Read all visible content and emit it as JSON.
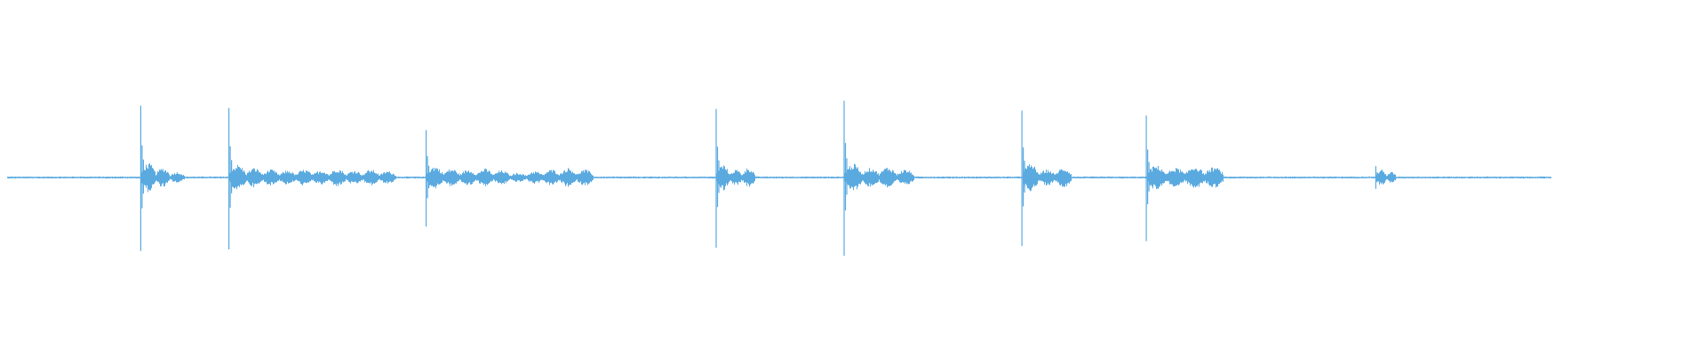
{
  "waveform": {
    "color": "#5aaae0",
    "background": "#ffffff",
    "duration_norm": 1.0,
    "events": [
      {
        "t": 0.0866,
        "peak_up": 0.88,
        "peak_down": 0.9,
        "tail": [
          0.18,
          0.12,
          0.07
        ],
        "tail_len": 0.028
      },
      {
        "t": 0.1437,
        "peak_up": 0.85,
        "peak_down": 0.88,
        "tail": [
          0.16,
          0.12,
          0.1,
          0.09,
          0.1,
          0.09,
          0.11,
          0.09,
          0.1,
          0.08
        ],
        "tail_len": 0.108
      },
      {
        "t": 0.2715,
        "peak_up": 0.58,
        "peak_down": 0.6,
        "tail": [
          0.14,
          0.11,
          0.1,
          0.11,
          0.09,
          0.06,
          0.08,
          0.1,
          0.12,
          0.1
        ],
        "tail_len": 0.108
      },
      {
        "t": 0.4594,
        "peak_up": 0.84,
        "peak_down": 0.86,
        "tail": [
          0.16,
          0.1,
          0.12
        ],
        "tail_len": 0.025
      },
      {
        "t": 0.5423,
        "peak_up": 0.94,
        "peak_down": 0.96,
        "tail": [
          0.17,
          0.12,
          0.13,
          0.1
        ],
        "tail_len": 0.045
      },
      {
        "t": 0.6575,
        "peak_up": 0.82,
        "peak_down": 0.84,
        "tail": [
          0.17,
          0.1,
          0.12
        ],
        "tail_len": 0.032
      },
      {
        "t": 0.7381,
        "peak_up": 0.76,
        "peak_down": 0.78,
        "tail": [
          0.15,
          0.12,
          0.14,
          0.13
        ],
        "tail_len": 0.05
      },
      {
        "t": 0.8868,
        "peak_up": 0.14,
        "peak_down": 0.14,
        "tail": [
          0.1,
          0.07
        ],
        "tail_len": 0.013
      }
    ],
    "noise_floor": 0.012
  }
}
